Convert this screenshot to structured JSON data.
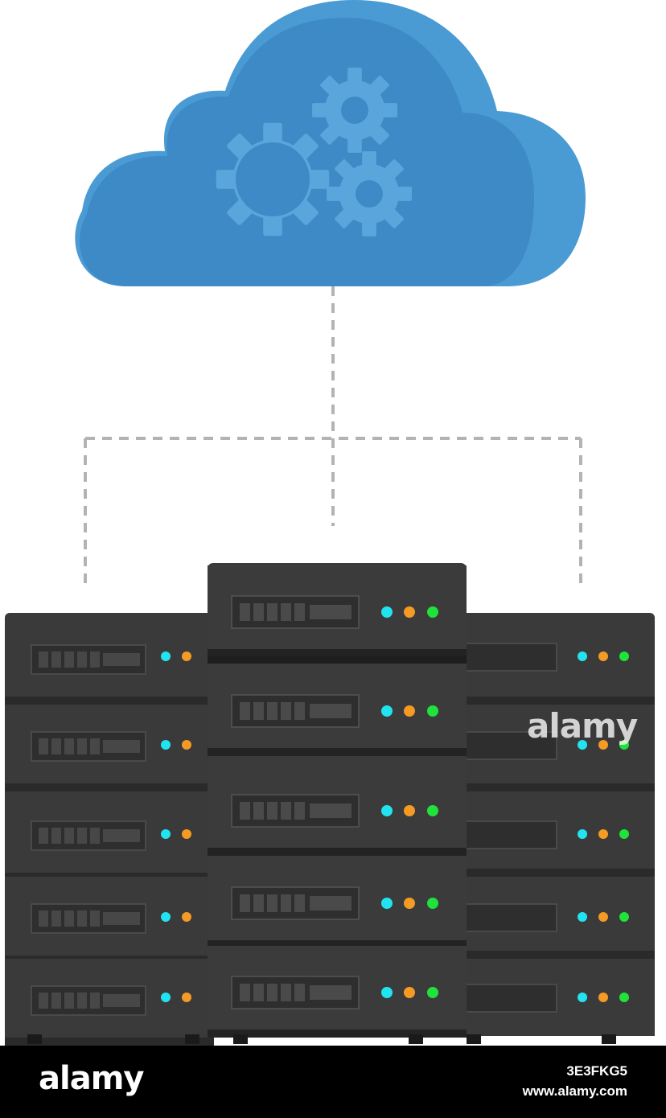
{
  "watermark": {
    "text": "alamy"
  },
  "footer": {
    "logo": "alamy",
    "image_id": "3E3FKG5",
    "url": "www.alamy.com"
  },
  "colors": {
    "cloud": "#3e8fc9",
    "cloud_light": "#4f9fd6",
    "gear": "#5aa8de",
    "connector": "#b0b0b0",
    "server_body": "#3a3a3a",
    "server_dark": "#2b2b2b",
    "led_cyan": "#22e4f0",
    "led_orange": "#f59a23",
    "led_green": "#1fe23a"
  },
  "icons": {
    "cloud": "cloud-icon",
    "gears": "gears-icon",
    "servers": "server-rack-icon"
  }
}
